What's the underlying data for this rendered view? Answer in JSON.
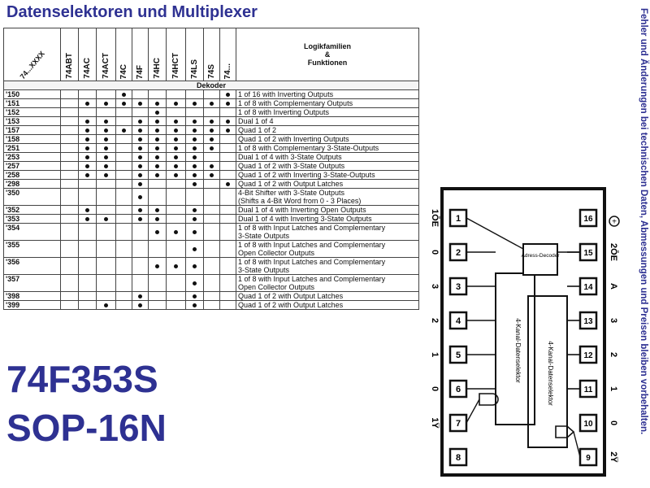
{
  "title": "Datenselektoren und Multiplexer",
  "side_note": "Fehler und Änderungen bei technischen Daten, Abmessungen und Preisen bleiben vorbehalten.",
  "part_number": "74F353S",
  "package": "SOP-16N",
  "table": {
    "corner": "74...XXXX",
    "families": [
      "74ABT",
      "74AC",
      "74ACT",
      "74C",
      "74F",
      "74HC",
      "74HCT",
      "74LS",
      "74S",
      "74..."
    ],
    "functions_header": [
      "Logikfamilien",
      "&",
      "Funktionen"
    ],
    "section": "Dekoder",
    "rows": [
      {
        "num": "'150",
        "dots": [
          0,
          0,
          0,
          1,
          0,
          0,
          0,
          0,
          0,
          1
        ],
        "fn": [
          "1 of 16 with Inverting Outputs"
        ]
      },
      {
        "num": "'151",
        "dots": [
          0,
          1,
          1,
          1,
          1,
          1,
          1,
          1,
          1,
          1
        ],
        "fn": [
          "1 of 8 with Complementary Outputs"
        ]
      },
      {
        "num": "'152",
        "dots": [
          0,
          0,
          0,
          0,
          0,
          1,
          0,
          0,
          0,
          0
        ],
        "fn": [
          "1 of 8 with Inverting Outputs"
        ]
      },
      {
        "num": "'153",
        "dots": [
          0,
          1,
          1,
          0,
          1,
          1,
          1,
          1,
          1,
          1
        ],
        "fn": [
          "Dual 1 of 4"
        ]
      },
      {
        "num": "'157",
        "dots": [
          0,
          1,
          1,
          1,
          1,
          1,
          1,
          1,
          1,
          1
        ],
        "fn": [
          "Quad 1 of 2"
        ]
      },
      {
        "num": "'158",
        "dots": [
          0,
          1,
          1,
          0,
          1,
          1,
          1,
          1,
          1,
          0
        ],
        "fn": [
          "Quad 1 of 2 with Inverting Outputs"
        ]
      },
      {
        "num": "'251",
        "dots": [
          0,
          1,
          1,
          0,
          1,
          1,
          1,
          1,
          1,
          0
        ],
        "fn": [
          "1 of 8 with Complementary 3-State-Outputs"
        ]
      },
      {
        "num": "'253",
        "dots": [
          0,
          1,
          1,
          0,
          1,
          1,
          1,
          1,
          0,
          0
        ],
        "fn": [
          "Dual 1 of 4 with 3-State Outputs"
        ]
      },
      {
        "num": "'257",
        "dots": [
          0,
          1,
          1,
          0,
          1,
          1,
          1,
          1,
          1,
          0
        ],
        "fn": [
          "Quad 1 of 2 with 3-State Outputs"
        ]
      },
      {
        "num": "'258",
        "dots": [
          0,
          1,
          1,
          0,
          1,
          1,
          1,
          1,
          1,
          0
        ],
        "fn": [
          "Quad 1 of 2 with Inverting 3-State-Outputs"
        ]
      },
      {
        "num": "'298",
        "dots": [
          0,
          0,
          0,
          0,
          1,
          0,
          0,
          1,
          0,
          1
        ],
        "fn": [
          "Quad 1 of 2 with Output Latches"
        ]
      },
      {
        "num": "'350",
        "dots": [
          0,
          0,
          0,
          0,
          1,
          0,
          0,
          0,
          0,
          0
        ],
        "fn": [
          "4-Bit Shifter with 3-State Outputs",
          "(Shifts a 4-Bit Word from 0 - 3 Places)"
        ]
      },
      {
        "num": "'352",
        "dots": [
          0,
          1,
          0,
          0,
          1,
          1,
          0,
          1,
          0,
          0
        ],
        "fn": [
          "Dual 1 of 4 with Inverting Open Outputs"
        ]
      },
      {
        "num": "'353",
        "dots": [
          0,
          1,
          1,
          0,
          1,
          1,
          0,
          1,
          0,
          0
        ],
        "fn": [
          "Dual 1 of 4 with Inverting 3-State Outputs"
        ]
      },
      {
        "num": "'354",
        "dots": [
          0,
          0,
          0,
          0,
          0,
          1,
          1,
          1,
          0,
          0
        ],
        "fn": [
          "1 of 8 with Input Latches and Complementary",
          "3-State Outputs"
        ]
      },
      {
        "num": "'355",
        "dots": [
          0,
          0,
          0,
          0,
          0,
          0,
          0,
          1,
          0,
          0
        ],
        "fn": [
          "1 of 8 with Input Latches and Complementary",
          "Open Collector Outputs"
        ]
      },
      {
        "num": "'356",
        "dots": [
          0,
          0,
          0,
          0,
          0,
          1,
          1,
          1,
          0,
          0
        ],
        "fn": [
          "1 of 8 with Input Latches and Complementary",
          "3-State Outputs"
        ]
      },
      {
        "num": "'357",
        "dots": [
          0,
          0,
          0,
          0,
          0,
          0,
          0,
          1,
          0,
          0
        ],
        "fn": [
          "1 of 8 with Input Latches and Complementary",
          "Open Collector Outputs"
        ]
      },
      {
        "num": "'398",
        "dots": [
          0,
          0,
          0,
          0,
          1,
          0,
          0,
          1,
          0,
          0
        ],
        "fn": [
          "Quad 1 of 2 with Output Latches"
        ]
      },
      {
        "num": "'399",
        "dots": [
          0,
          0,
          1,
          0,
          1,
          0,
          0,
          1,
          0,
          0
        ],
        "fn": [
          "Quad 1 of 2 with Output Latches"
        ]
      }
    ]
  },
  "pinout": {
    "left_pins": [
      "1",
      "2",
      "3",
      "4",
      "5",
      "6",
      "7",
      "8"
    ],
    "right_pins": [
      "16",
      "15",
      "14",
      "13",
      "12",
      "11",
      "10",
      "9"
    ],
    "left_labels": [
      "1ŌE",
      "0",
      "3",
      "2",
      "1",
      "0",
      "1Y̅",
      ""
    ],
    "right_labels": [
      "",
      "2ŌE",
      "A",
      "3",
      "2",
      "1",
      "0",
      "2Y̅"
    ],
    "block_decoder": "Adress-Decoder",
    "block_mux_left": "4-Kanal-Datenselektor",
    "block_mux_right": "4-Kanal-Datenselektor"
  }
}
